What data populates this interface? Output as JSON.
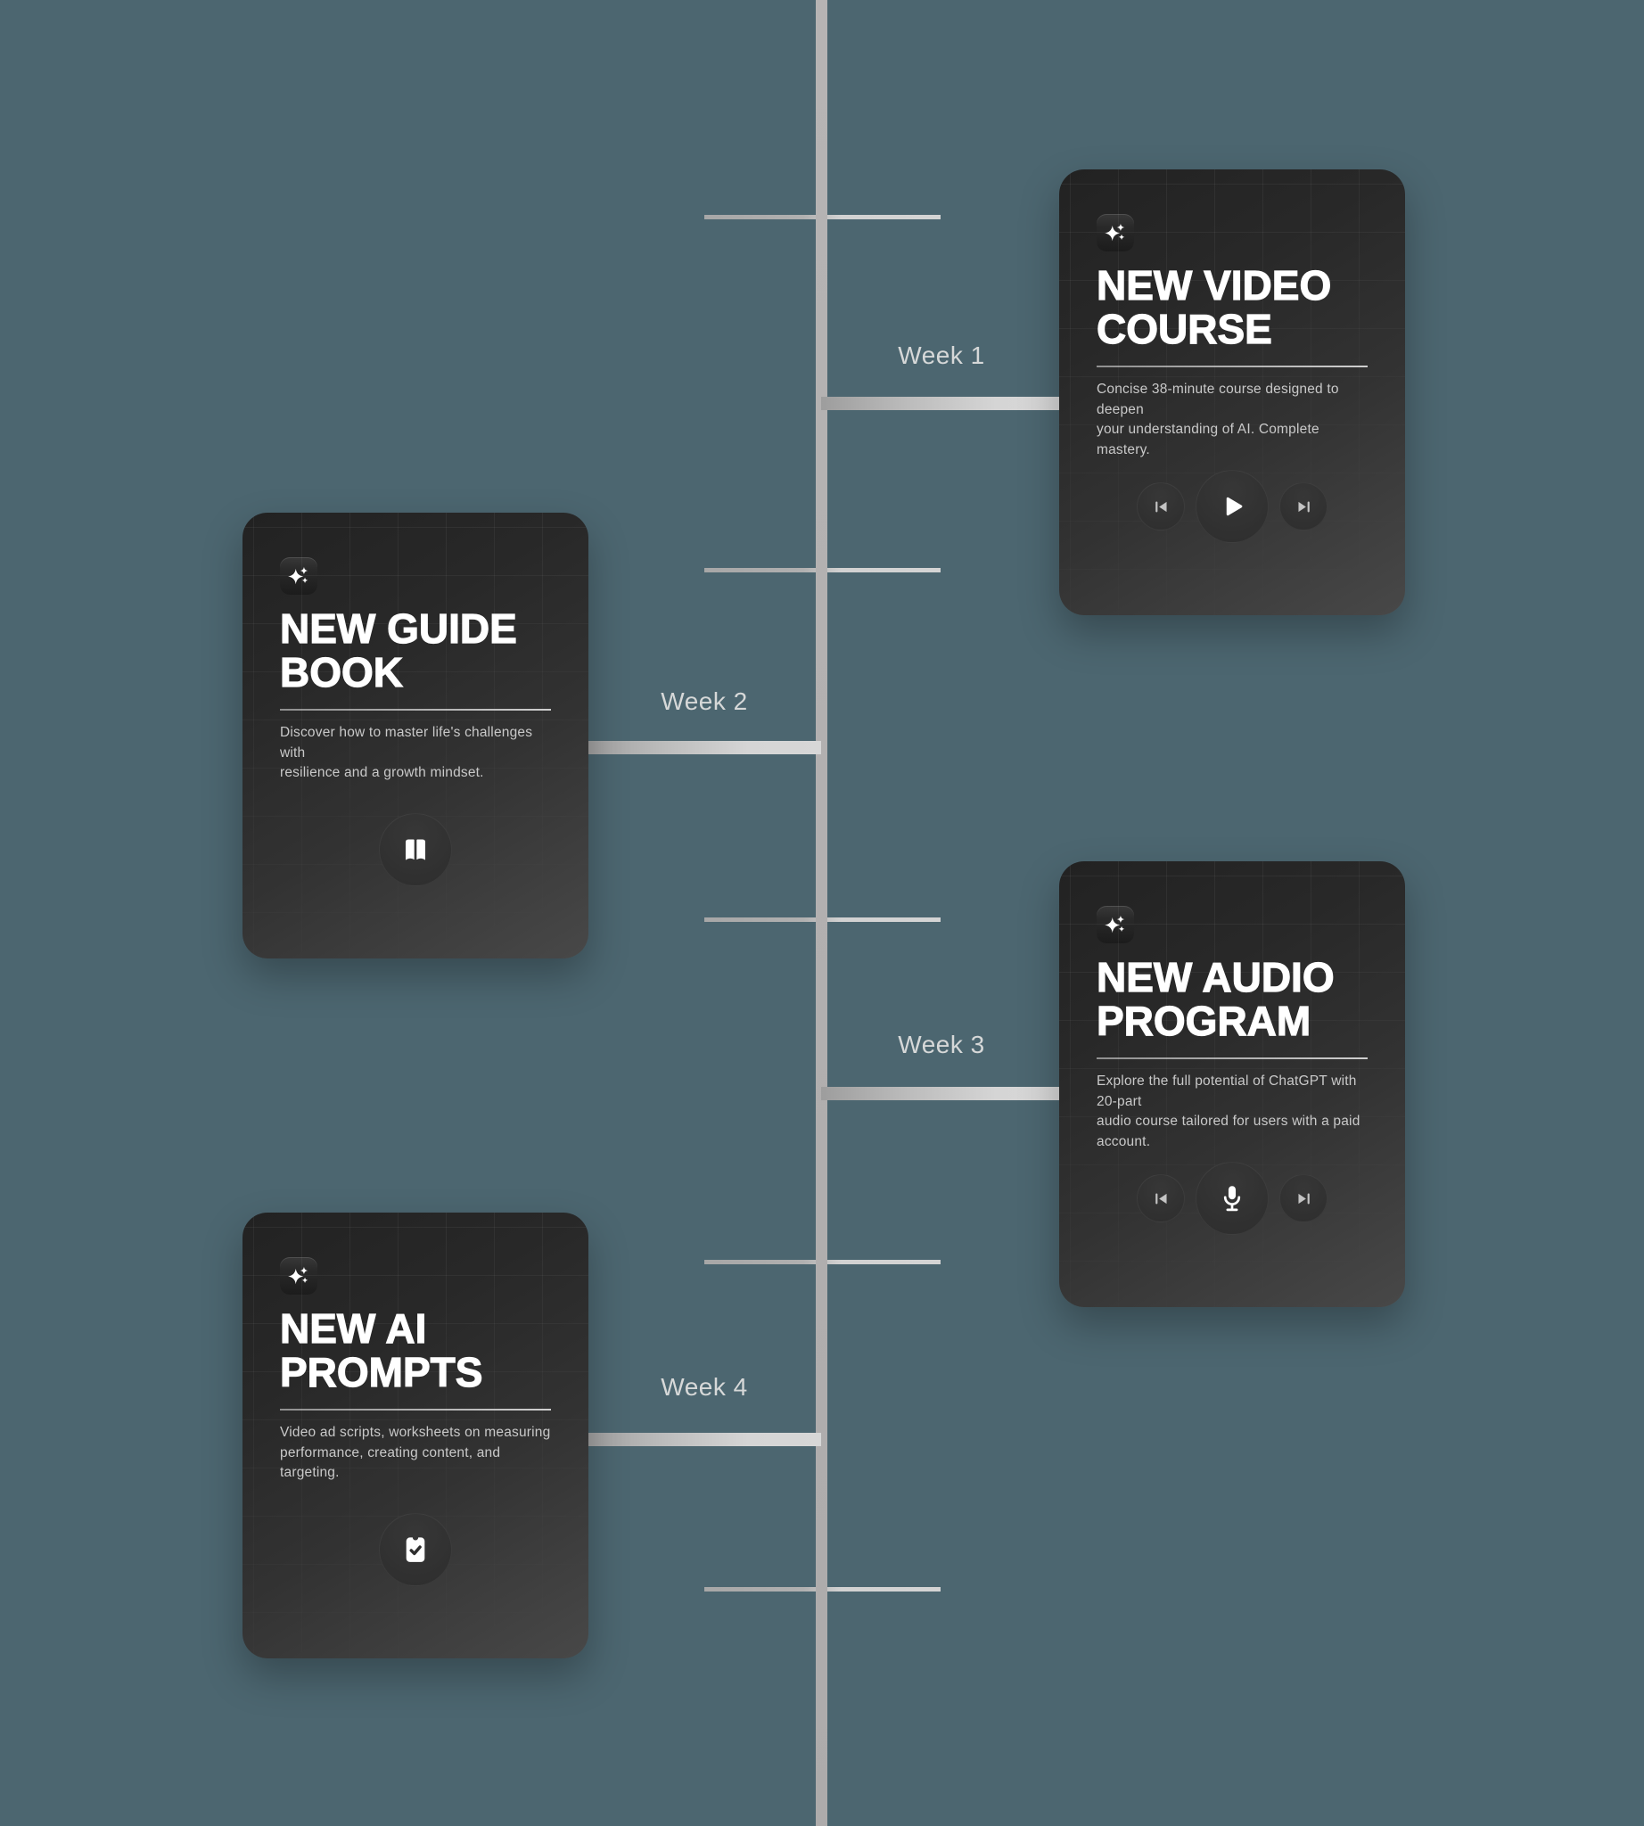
{
  "colors": {
    "background": "#4c6670",
    "timeline_axis": "#b1afaf",
    "tick_light": "#d4d4d4",
    "card_background_dark": "#232323",
    "card_background_light": "#484848",
    "title_text": "#ffffff",
    "description_text": "#c9c9c9",
    "week_label_text": "#d6d8d8"
  },
  "timeline": {
    "weeks": [
      {
        "label": "Week 1"
      },
      {
        "label": "Week 2"
      },
      {
        "label": "Week 3"
      },
      {
        "label": "Week 4"
      }
    ],
    "tick_count": 5
  },
  "cards": [
    {
      "id": "new-video-course",
      "week": "Week 1",
      "icon": "sparkles-icon",
      "title": "NEW VIDEO\nCOURSE",
      "description": "Concise 38-minute course designed to deepen\nyour understanding of AI. Complete mastery.",
      "controls": [
        "skip-back",
        "play",
        "skip-forward"
      ]
    },
    {
      "id": "new-guide-book",
      "week": "Week 2",
      "icon": "sparkles-icon",
      "title": "NEW GUIDE\nBOOK",
      "description": "Discover how to master life's challenges with\nresilience and a growth mindset.",
      "controls": [
        "open-book"
      ]
    },
    {
      "id": "new-audio-program",
      "week": "Week 3",
      "icon": "sparkles-icon",
      "title": "NEW AUDIO\nPROGRAM",
      "description": "Explore the full potential of ChatGPT with 20-part\naudio course tailored for users with a paid account.",
      "controls": [
        "skip-back",
        "microphone",
        "skip-forward"
      ]
    },
    {
      "id": "new-ai-prompts",
      "week": "Week 4",
      "icon": "sparkles-icon",
      "title": "NEW AI\nPROMPTS",
      "description": "Video ad scripts, worksheets on measuring\nperformance, creating content, and targeting.",
      "controls": [
        "clipboard-check"
      ]
    }
  ]
}
